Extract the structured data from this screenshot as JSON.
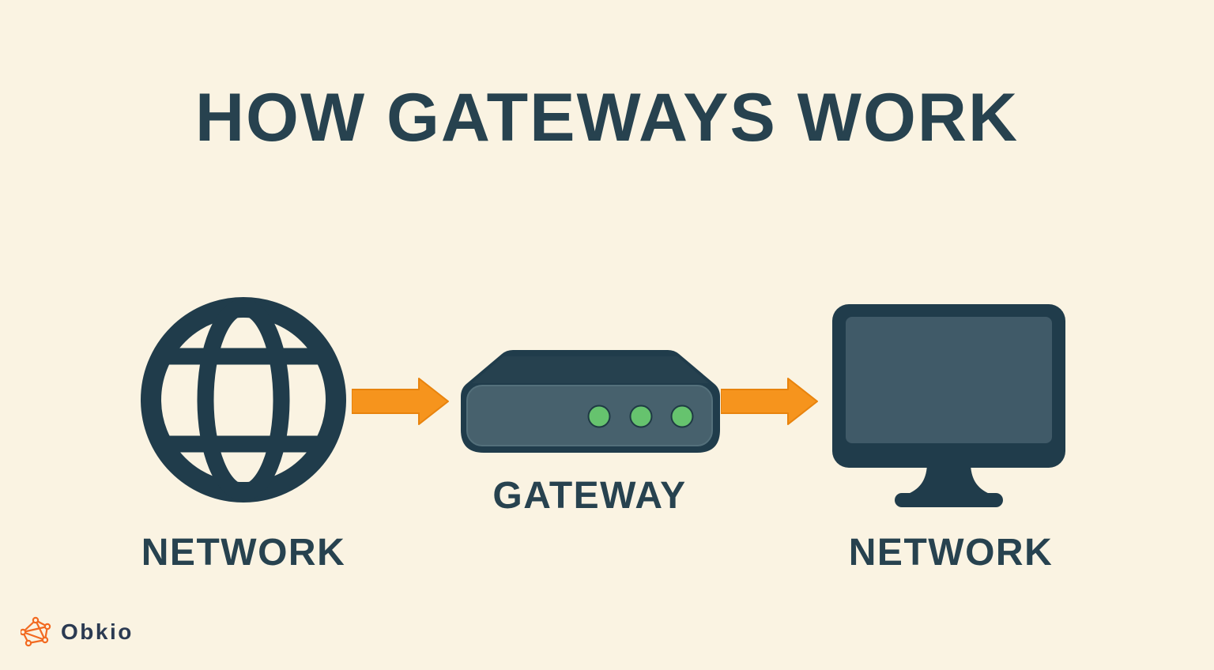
{
  "title": "HOW GATEWAYS WORK",
  "diagram": {
    "nodes": [
      {
        "id": "network-left",
        "label": "NETWORK",
        "icon": "globe-icon"
      },
      {
        "id": "gateway",
        "label": "GATEWAY",
        "icon": "router-icon",
        "led_count": 3
      },
      {
        "id": "network-right",
        "label": "NETWORK",
        "icon": "monitor-icon"
      }
    ],
    "connectors": [
      {
        "from": "network-left",
        "to": "gateway",
        "icon": "arrow-right-icon"
      },
      {
        "from": "gateway",
        "to": "network-right",
        "icon": "arrow-right-icon"
      }
    ]
  },
  "footer": {
    "brand": "Obkio",
    "logo_icon": "network-graph-icon"
  },
  "colors": {
    "bg": "#faf3e2",
    "ink": "#203c4b",
    "ink_light": "#2b4654",
    "text": "#27424f",
    "panel": "#47616d",
    "panel_edge": "#54707b",
    "screen": "#405a68",
    "led_green": "#66c36e",
    "led_edge": "#1f3a44",
    "arrow_orange": "#f6941d",
    "arrow_edge": "#e8830d",
    "brand_orange": "#f26a21",
    "brand_text": "#2b3a52"
  }
}
